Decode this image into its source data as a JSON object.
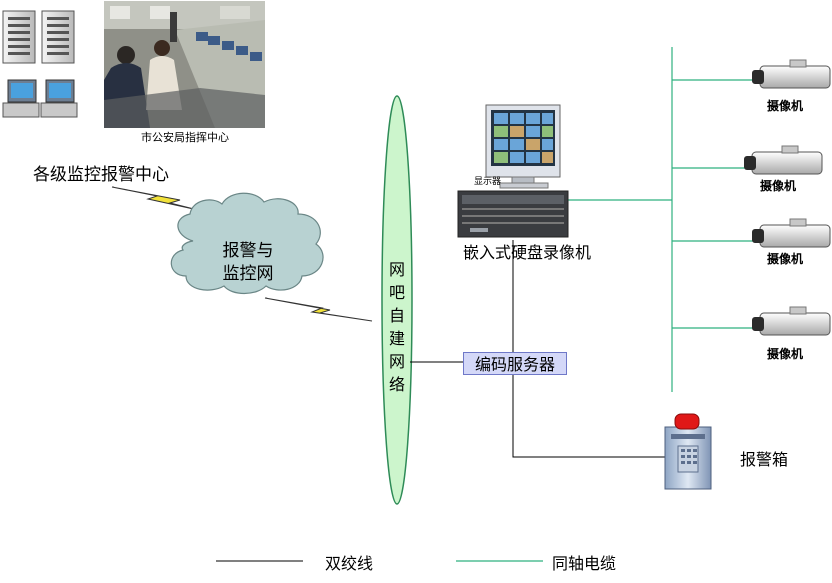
{
  "labels": {
    "center_left": "各级监控报警中心",
    "photo_caption": "市公安局指挥中心",
    "cloud_line1": "报警与",
    "cloud_line2": "监控网",
    "network_vertical": [
      "网",
      "吧",
      "自",
      "建",
      "网",
      "络"
    ],
    "monitor_label": "显示器",
    "dvr": "嵌入式硬盘录像机",
    "encoder": "编码服务器",
    "alarm_box": "报警箱",
    "cameras": [
      "摄像机",
      "摄像机",
      "摄像机",
      "摄像机"
    ]
  },
  "legend": {
    "twisted_pair": "双绞线",
    "coax": "同轴电缆"
  },
  "colors": {
    "twisted_pair_line": "#000000",
    "coax_line": "#2fb07f",
    "network_bus_fill": "#ccf5cc",
    "network_bus_stroke": "#2e8b57",
    "cloud_fill": "#b8d2d2",
    "lightning": "#f2e23a",
    "encoder_fill": "#d4d8f8"
  }
}
